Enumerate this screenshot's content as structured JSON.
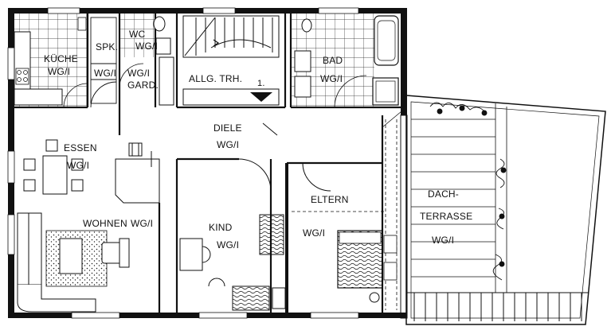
{
  "rooms": {
    "kueche": {
      "name": "KÜCHE",
      "sub": "WG/I"
    },
    "spk": {
      "name": "SPK.",
      "sub": "WG/I"
    },
    "wc": {
      "name": "WC",
      "sub": "WG/I"
    },
    "gard": {
      "sub": "WG/I",
      "name": "GARD."
    },
    "treppe": {
      "name": "ALLG. TRH."
    },
    "bad": {
      "name": "BAD",
      "sub": "WG/I"
    },
    "diele": {
      "name": "DIELE",
      "sub": "WG/I"
    },
    "essen": {
      "name": "ESSEN",
      "sub": "WG/I"
    },
    "wohnen": {
      "name": "WOHNEN",
      "sub": "WG/I"
    },
    "kind": {
      "name": "KIND",
      "sub": "WG/I"
    },
    "eltern": {
      "name": "ELTERN",
      "sub": "WG/I"
    },
    "terrasse": {
      "name1": "DACH-",
      "name2": "TERRASSE",
      "sub": "WG/I"
    }
  },
  "stair": {
    "step_label": "1."
  },
  "colors": {
    "line": "#111111",
    "paper": "#ffffff"
  }
}
